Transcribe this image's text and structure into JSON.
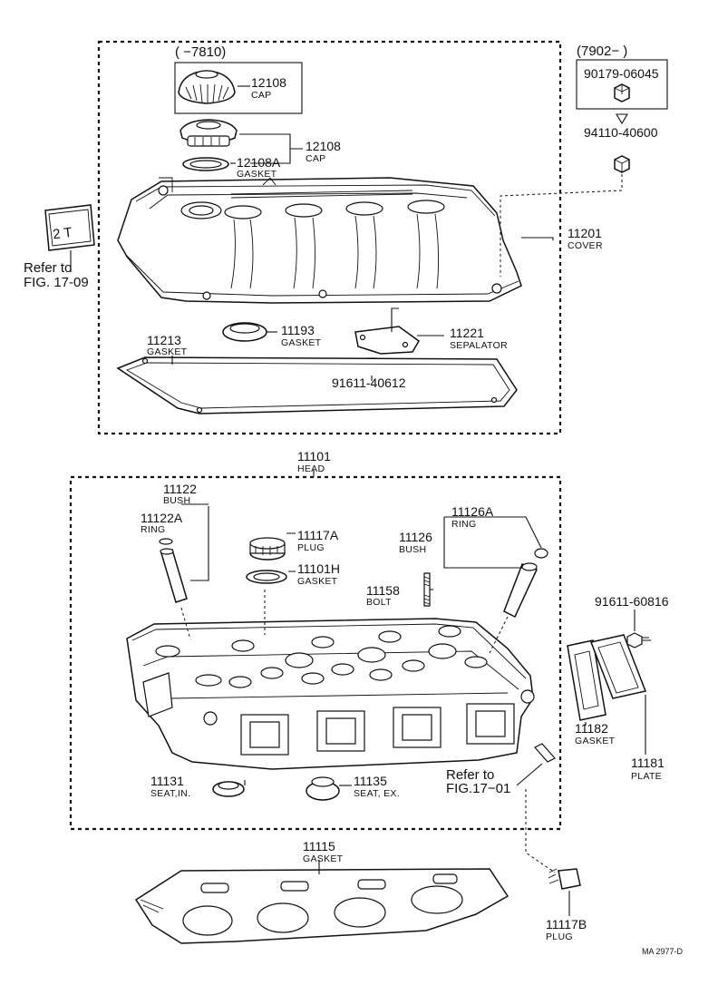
{
  "labels": {
    "cap_range": "(     −7810)",
    "cap1_pn": "12108",
    "cap1_name": "CAP",
    "cap2_pn": "12108",
    "cap2_name": "CAP",
    "gasket_cap_pn": "12108A",
    "gasket_cap_name": "GASKET",
    "nut_range": "(7902−        )",
    "nut_pn": "90179-06045",
    "nut2_pn": "94110-40600",
    "cover_pn": "11201",
    "cover_name": "COVER",
    "refer_1709_a": "Refer to",
    "refer_1709_b": "FIG. 17-09",
    "plate_2t": "2  T",
    "gasket_cover_pn": "11213",
    "gasket_cover_name": "GASKET",
    "seal_pn": "11193",
    "seal_name": "GASKET",
    "sepalator_pn": "11221",
    "sepalator_name": "SEPALATOR",
    "bolt_cover_pn": "91611-40612",
    "head_pn": "11101",
    "head_name": "HEAD",
    "bush_in_pn": "11122",
    "bush_in_name": "BUSH",
    "ring_in_pn": "11122A",
    "ring_in_name": "RING",
    "plug_a_pn": "11117A",
    "plug_a_name": "PLUG",
    "gasket_h_pn": "11101H",
    "gasket_h_name": "GASKET",
    "bolt_pn": "11158",
    "bolt_name": "BOLT",
    "ring_ex_pn": "11126A",
    "ring_ex_name": "RING",
    "bush_ex_pn": "11126",
    "bush_ex_name": "BUSH",
    "bolt_plate_pn": "91611-60816",
    "gasket_plate_pn": "11182",
    "gasket_plate_name": "GASKET",
    "plate_pn": "11181",
    "plate_name": "PLATE",
    "seat_in_pn": "11131",
    "seat_in_name": "SEAT,IN.",
    "seat_ex_pn": "11135",
    "seat_ex_name": "SEAT, EX.",
    "refer_1701_a": "Refer to",
    "refer_1701_b": "FIG.17−01",
    "head_gasket_pn": "11115",
    "head_gasket_name": "GASKET",
    "plug_b_pn": "11117B",
    "plug_b_name": "PLUG",
    "figure_code": "MA  2977-D"
  }
}
